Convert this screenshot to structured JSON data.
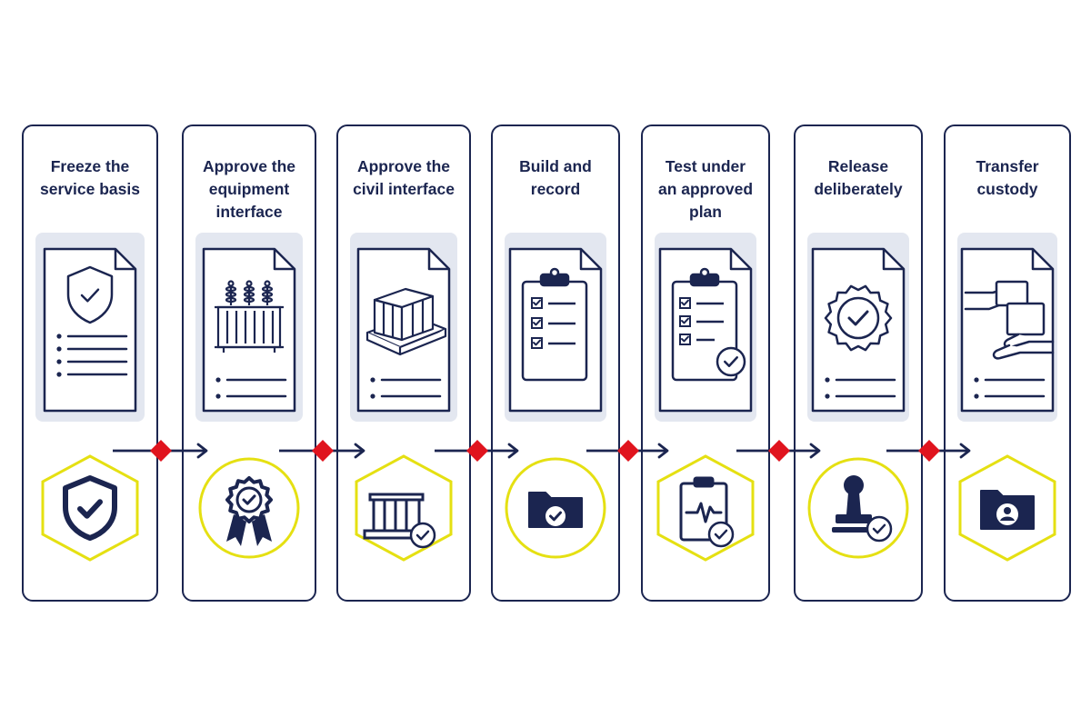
{
  "steps": [
    {
      "title": "Freeze the\nservice basis",
      "doc_icon": "shield-check-icon",
      "badge_icon": "shield-check-icon",
      "badge_shape": "hexagon"
    },
    {
      "title": "Approve the\nequipment\ninterface",
      "doc_icon": "transformer-icon",
      "badge_icon": "award-ribbon-icon",
      "badge_shape": "circle"
    },
    {
      "title": "Approve the\ncivil interface",
      "doc_icon": "concrete-plinth-icon",
      "badge_icon": "plinth-check-icon",
      "badge_shape": "hexagon"
    },
    {
      "title": "Build and\nrecord",
      "doc_icon": "clipboard-checklist-icon",
      "badge_icon": "folder-check-icon",
      "badge_shape": "circle"
    },
    {
      "title": "Test under\nan approved\nplan",
      "doc_icon": "clipboard-checklist-check-icon",
      "badge_icon": "clipboard-pulse-check-icon",
      "badge_shape": "hexagon"
    },
    {
      "title": "Release\ndeliberately",
      "doc_icon": "seal-check-icon",
      "badge_icon": "stamp-check-icon",
      "badge_shape": "circle"
    },
    {
      "title": "Transfer\ncustody",
      "doc_icon": "hands-transfer-icon",
      "badge_icon": "folder-user-icon",
      "badge_shape": "hexagon"
    }
  ],
  "colors": {
    "ink": "#1b2550",
    "accent": "#e5e012",
    "gate": "#e0141e",
    "panel": "#e3e7f0"
  }
}
